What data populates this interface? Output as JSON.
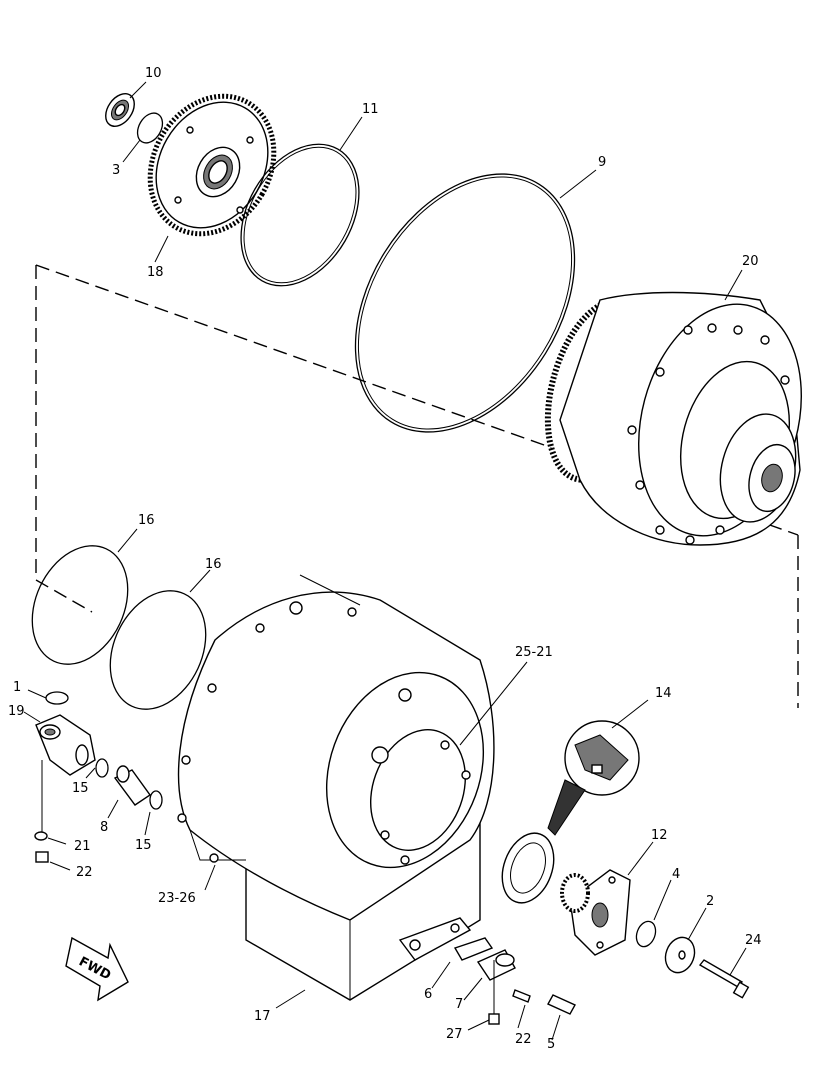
{
  "callouts": [
    {
      "id": "c10",
      "text": "10"
    },
    {
      "id": "c3",
      "text": "3"
    },
    {
      "id": "c18",
      "text": "18"
    },
    {
      "id": "c11",
      "text": "11"
    },
    {
      "id": "c9",
      "text": "9"
    },
    {
      "id": "c20",
      "text": "20"
    },
    {
      "id": "c16a",
      "text": "16"
    },
    {
      "id": "c16b",
      "text": "16"
    },
    {
      "id": "c1",
      "text": "1"
    },
    {
      "id": "c19",
      "text": "19"
    },
    {
      "id": "c15a",
      "text": "15"
    },
    {
      "id": "c8",
      "text": "8"
    },
    {
      "id": "c15b",
      "text": "15"
    },
    {
      "id": "c21",
      "text": "21"
    },
    {
      "id": "c22a",
      "text": "22"
    },
    {
      "id": "c2521",
      "text": "25-21"
    },
    {
      "id": "c14",
      "text": "14"
    },
    {
      "id": "c12",
      "text": "12"
    },
    {
      "id": "c4",
      "text": "4"
    },
    {
      "id": "c2",
      "text": "2"
    },
    {
      "id": "c24",
      "text": "24"
    },
    {
      "id": "c2326",
      "text": "23-26"
    },
    {
      "id": "c17",
      "text": "17"
    },
    {
      "id": "c6",
      "text": "6"
    },
    {
      "id": "c7",
      "text": "7"
    },
    {
      "id": "c27",
      "text": "27"
    },
    {
      "id": "c22b",
      "text": "22"
    },
    {
      "id": "c5",
      "text": "5"
    }
  ],
  "fwd_arrow": {
    "text": "FWD"
  }
}
